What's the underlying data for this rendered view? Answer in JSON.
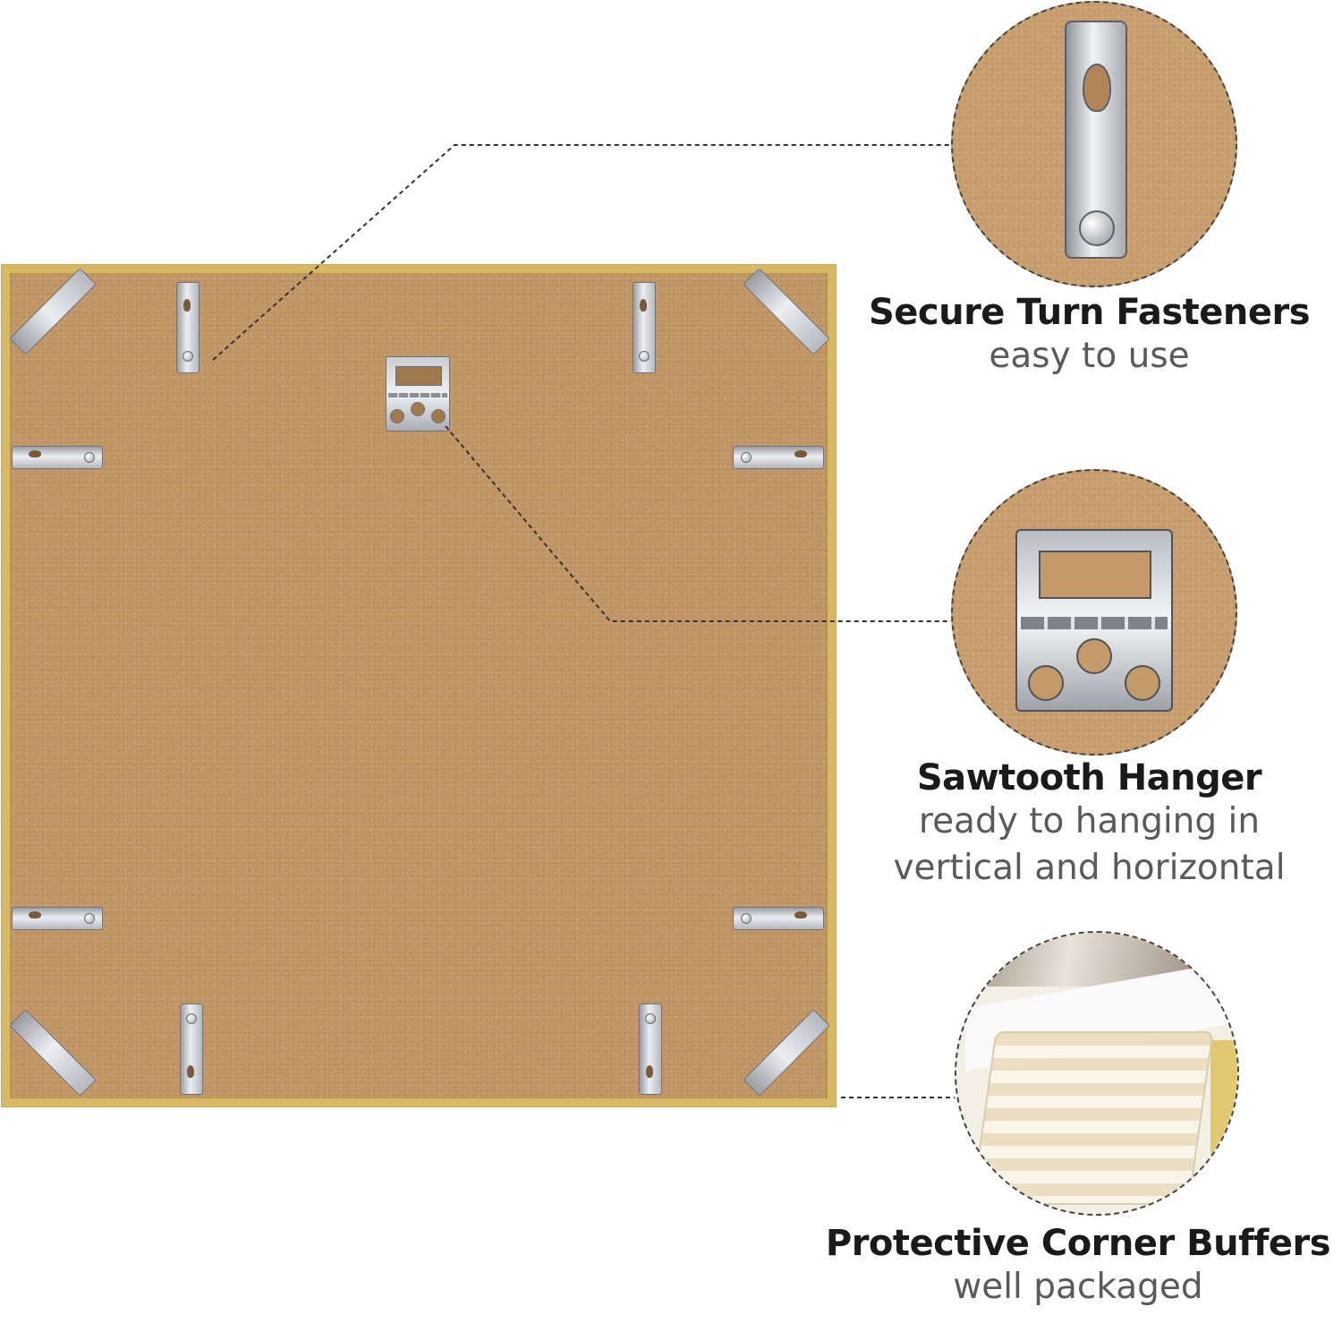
{
  "features": [
    {
      "title": "Secure Turn Fasteners",
      "subtitle_lines": [
        "easy to use"
      ]
    },
    {
      "title": "Sawtooth Hanger",
      "subtitle_lines": [
        "ready to hanging in",
        "vertical and horizontal"
      ]
    },
    {
      "title": "Protective Corner Buffers",
      "subtitle_lines": [
        "well packaged"
      ]
    }
  ],
  "colors": {
    "frame_gold": "#d7b865",
    "backing_board": "#c4996a",
    "title_text": "#1a1a1a",
    "subtitle_text": "#5a5a5a"
  },
  "icons": [
    "turn-fastener-icon",
    "sawtooth-hanger-icon",
    "corner-buffer-icon"
  ]
}
